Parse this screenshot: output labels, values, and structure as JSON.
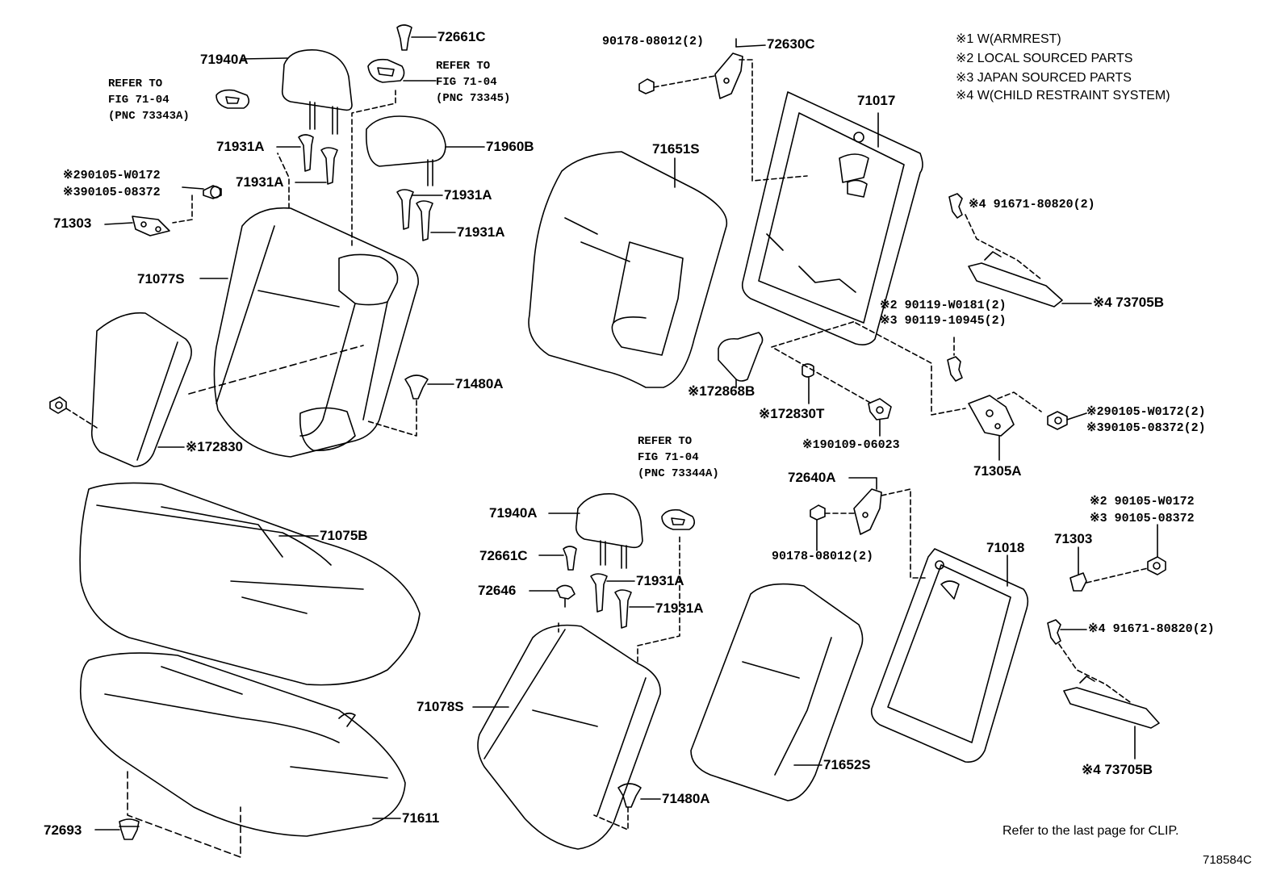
{
  "legend": [
    "※1 W(ARMREST)",
    "※2 LOCAL SOURCED PARTS",
    "※3 JAPAN SOURCED PARTS",
    "※4 W(CHILD RESTRAINT SYSTEM)"
  ],
  "refs": {
    "ref_a": [
      "REFER TO",
      "FIG 71-04",
      "(PNC 73343A)"
    ],
    "ref_b": [
      "REFER TO",
      "FIG 71-04",
      "(PNC 73345)"
    ],
    "ref_c": [
      "REFER TO",
      "FIG 71-04",
      "(PNC 73344A)"
    ]
  },
  "labels": {
    "p72661C_top": "72661C",
    "p71940A_top": "71940A",
    "p71931A_1": "71931A",
    "p71931A_2": "71931A",
    "p71931A_3": "71931A",
    "p71931A_4": "71931A",
    "p71960B": "71960B",
    "p90105_a1": "※290105-W0172",
    "p90105_a2": "※390105-08372",
    "p71303_left": "71303",
    "p71077S": "71077S",
    "p71480A_top": "71480A",
    "p72830": "※172830",
    "p90178_top": "90178-08012(2)",
    "p72630C": "72630C",
    "p71017": "71017",
    "p71651S": "71651S",
    "p91671_top": "※4 91671-80820(2)",
    "p73705B_top": "※4 73705B",
    "p90119_a": "※2 90119-W0181(2)",
    "p90119_b": "※3 90119-10945(2)",
    "p72868B": "※172868B",
    "p72830T": "※172830T",
    "p90109": "※190109-06023",
    "p90105_b1": "※290105-W0172(2)",
    "p90105_b2": "※390105-08372(2)",
    "p71305A": "71305A",
    "p71940A_bot": "71940A",
    "p72661C_bot": "72661C",
    "p72646": "72646",
    "p71931A_5": "71931A",
    "p71931A_6": "71931A",
    "p71075B": "71075B",
    "p72640A": "72640A",
    "p90178_bot": "90178-08012(2)",
    "p71018": "71018",
    "p90105_c1": "※2 90105-W0172",
    "p90105_c2": "※3 90105-08372",
    "p71303_right": "71303",
    "p91671_bot": "※4 91671-80820(2)",
    "p73705B_bot": "※4 73705B",
    "p71078S": "71078S",
    "p71652S": "71652S",
    "p71480A_bot": "71480A",
    "p72693": "72693",
    "p71611": "71611"
  },
  "footer": {
    "note": "Refer to the last page for CLIP.",
    "code": "718584C"
  }
}
